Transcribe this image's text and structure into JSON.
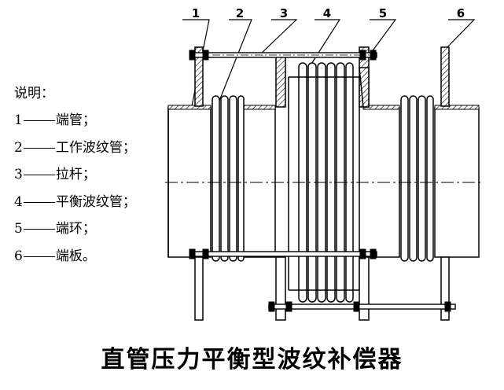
{
  "callouts": [
    "1",
    "2",
    "3",
    "4",
    "5",
    "6"
  ],
  "legend": {
    "heading": "说明：",
    "items": [
      {
        "num": "1",
        "text": "端管；"
      },
      {
        "num": "2",
        "text": "工作波纹管；"
      },
      {
        "num": "3",
        "text": "拉杆；"
      },
      {
        "num": "4",
        "text": "平衡波纹管；"
      },
      {
        "num": "5",
        "text": "端环；"
      },
      {
        "num": "6",
        "text": "端板。"
      }
    ]
  },
  "title": "直管压力平衡型波纹补偿器"
}
